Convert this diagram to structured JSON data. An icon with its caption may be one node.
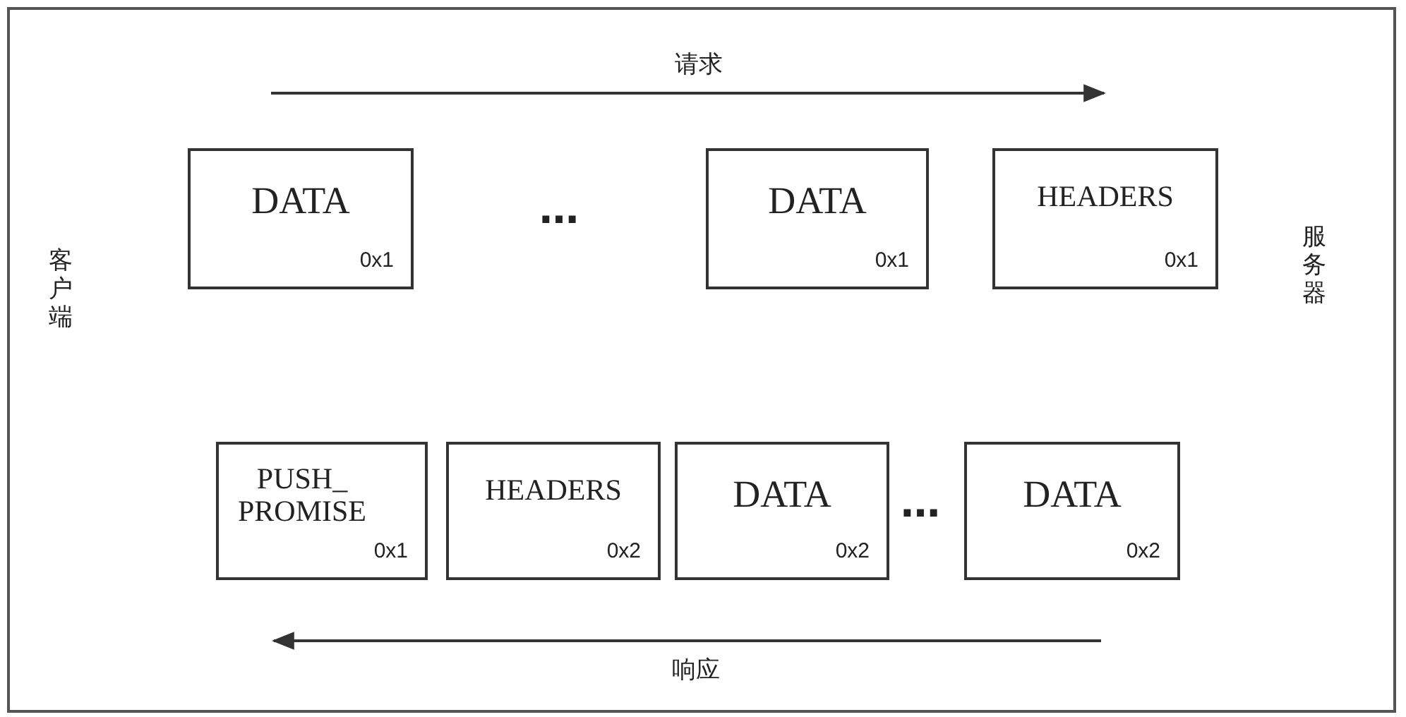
{
  "diagram": {
    "nodes": [
      {
        "text": [
          "DATA",
          "0x1"
        ]
      },
      {
        "text": [
          "DATA",
          "0x1"
        ]
      },
      {
        "text": [
          "HEADERS",
          "0x1"
        ]
      },
      {
        "text": [
          "PUSH_ PROMISE",
          "0x1"
        ]
      },
      {
        "text": [
          "HEADERS",
          "0x2"
        ]
      },
      {
        "text": [
          "DATA",
          "0x2"
        ]
      },
      {
        "text": [
          "DATA",
          "0x2"
        ]
      }
    ],
    "labels": [
      "请求",
      "客户端",
      "…",
      "服务器",
      "…",
      "响应"
    ]
  }
}
